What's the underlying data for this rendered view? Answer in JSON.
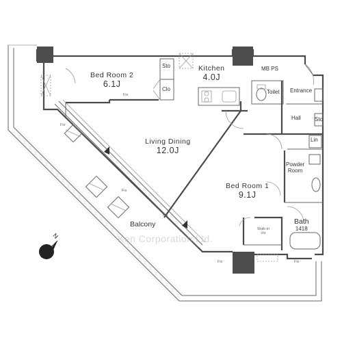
{
  "rooms": {
    "bedroom2": {
      "name": "Bed Room 2",
      "size": "6.1J"
    },
    "kitchen": {
      "name": "Kitchen",
      "size": "4.0J"
    },
    "living": {
      "name": "Living Dining",
      "size": "12.0J"
    },
    "bedroom1": {
      "name": "Bed Room 1",
      "size": "9.1J"
    },
    "bath": {
      "name": "Bath",
      "size": "1418"
    },
    "balcony": {
      "name": "Balcony"
    },
    "mbps": "MB PS",
    "toilet": "Toilet",
    "entrance": "Entrance",
    "hall": "Hall",
    "powder": [
      "Powder",
      "Room"
    ],
    "walkin": [
      "Walk-in",
      "clo"
    ]
  },
  "storage": {
    "sto1": "Sto",
    "clo1": "Clo",
    "sto2": "Sto",
    "lin": "Lin"
  },
  "fix_marks": [
    "Fix",
    "Fix",
    "Fix",
    "Fix",
    "Fix",
    "Fix"
  ],
  "watermark": "Ken Corporation Ltd.",
  "compass": {
    "label": "N",
    "icon": "north-arrow-icon"
  }
}
